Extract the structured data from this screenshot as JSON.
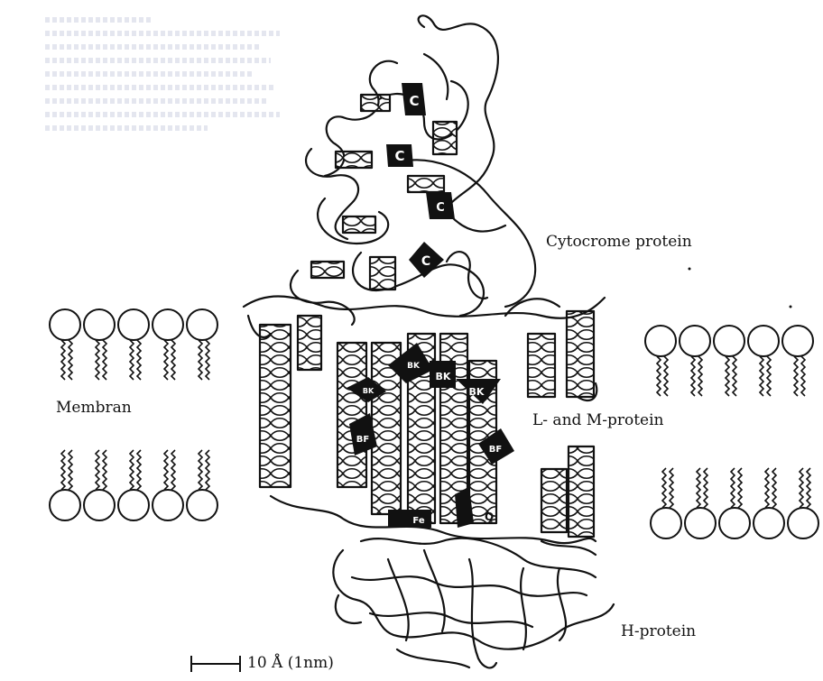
{
  "labels": {
    "cytochrome": "Cytocrome protein",
    "membrane": "Membran",
    "lm_protein": "L- and M-protein",
    "h_protein": "H-protein",
    "scale": "10 Å (1nm)"
  },
  "markers": {
    "cytochrome_heme": "C",
    "bacteriochlorophyll": "BK",
    "bacteriopheophytin": "BF",
    "iron": "Fe",
    "quinone": "Q"
  },
  "colors": {
    "ink": "#111111",
    "background": "#ffffff",
    "faded_text": "#d9dbe8"
  }
}
